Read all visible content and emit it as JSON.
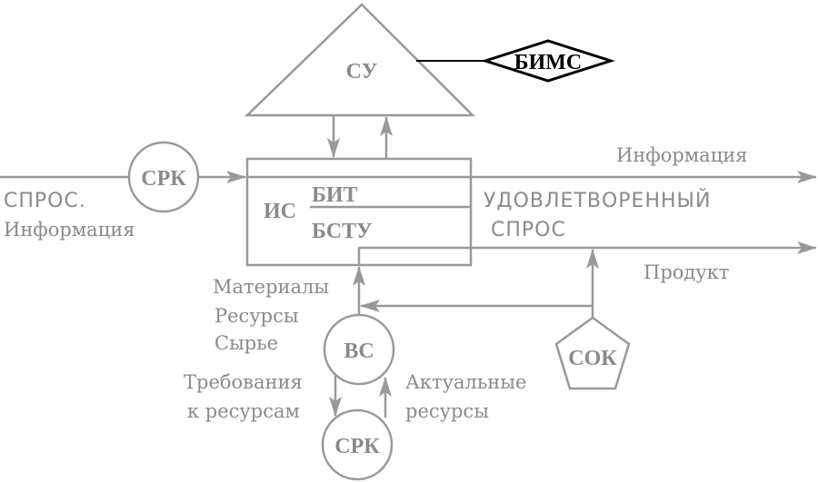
{
  "nodes": {
    "su": "СУ",
    "bims": "БИМС",
    "srk_input": "СРК",
    "is": "ИС",
    "bit": "БИТ",
    "bstu": "БСТУ",
    "vs": "ВС",
    "srk_bottom": "СРК",
    "sok": "СОК"
  },
  "labels": {
    "demand_1": "СПРОС.",
    "demand_2": "Информация",
    "info_out": "Информация",
    "satisfied_1": "УДОВЛЕТВОРЕННЫЙ",
    "satisfied_2": "СПРОС",
    "product": "Продукт",
    "materials_1": "Материалы",
    "materials_2": "Ресурсы",
    "materials_3": "Сырье",
    "requirements_1": "Требования",
    "requirements_2": "к ресурсам",
    "actual_1": "Актуальные",
    "actual_2": "ресурсы"
  },
  "colors": {
    "line": "#999999",
    "text": "#8a8a8a",
    "bims": "#000000"
  }
}
